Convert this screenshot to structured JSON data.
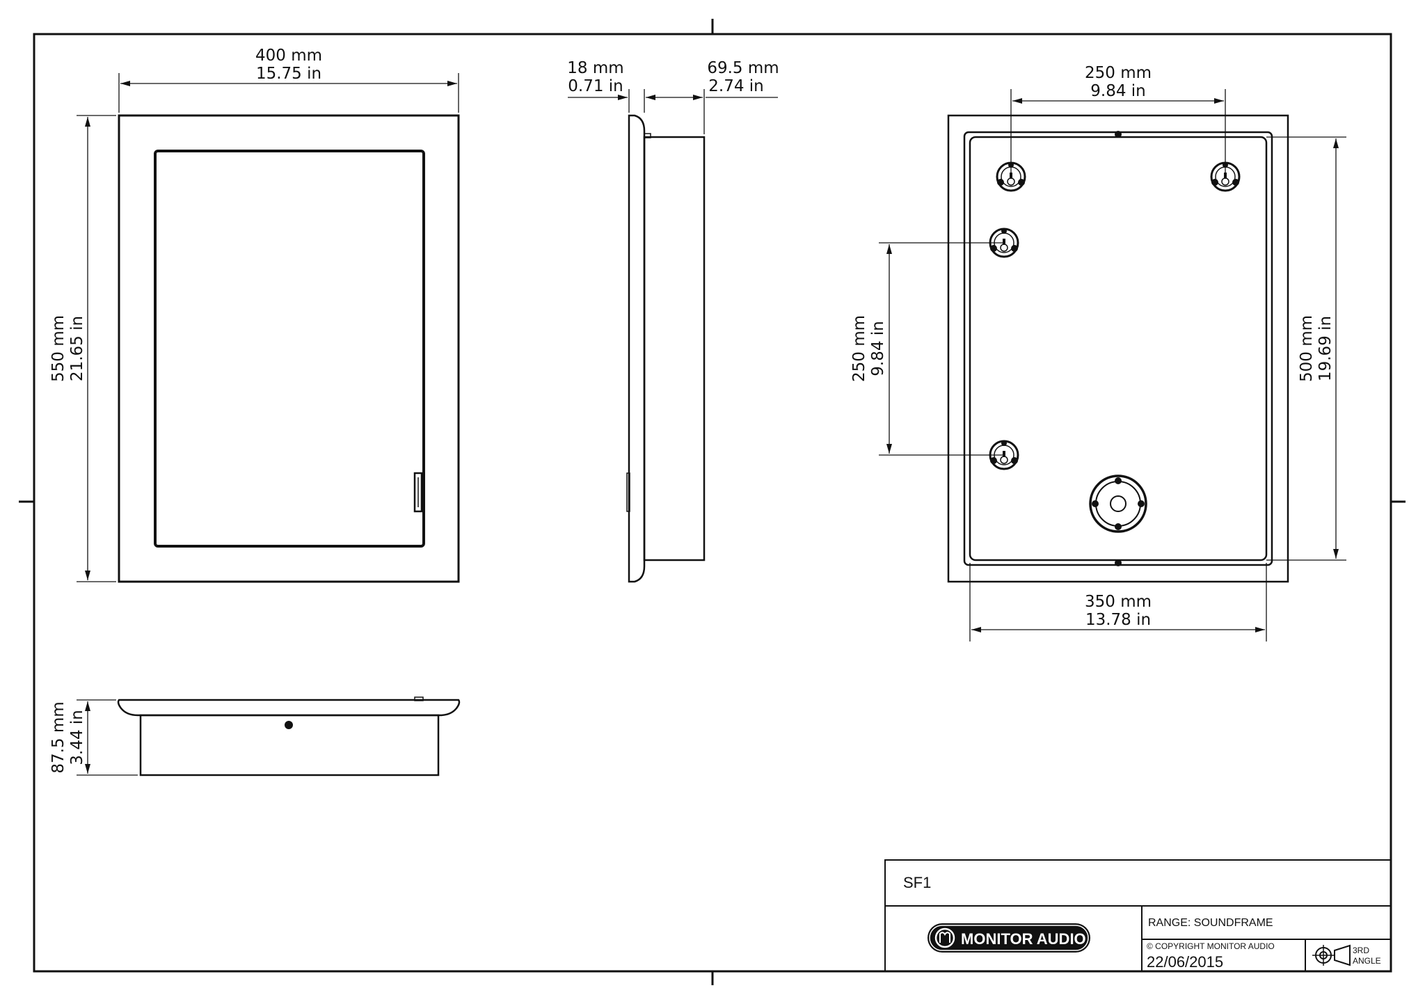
{
  "drawing": {
    "front": {
      "width_mm": "400 mm",
      "width_in": "15.75 in",
      "height_mm": "550 mm",
      "height_in": "21.65 in"
    },
    "side": {
      "flange_mm": "18 mm",
      "flange_in": "0.71 in",
      "depth_mm": "69.5 mm",
      "depth_in": "2.74 in"
    },
    "bottom": {
      "depth_mm": "87.5 mm",
      "depth_in": "3.44 in"
    },
    "rear": {
      "top_spacing_mm": "250 mm",
      "top_spacing_in": "9.84 in",
      "vert_spacing_mm": "250 mm",
      "vert_spacing_in": "9.84 in",
      "height_mm": "500 mm",
      "height_in": "19.69 in",
      "width_mm": "350 mm",
      "width_in": "13.78 in"
    },
    "title_block": {
      "model": "SF1",
      "brand": "MONITOR AUDIO",
      "range": "RANGE: SOUNDFRAME",
      "copyright": "© COPYRIGHT MONITOR AUDIO",
      "date": "22/06/2015",
      "projection_line1": "3RD",
      "projection_line2": "ANGLE"
    }
  }
}
